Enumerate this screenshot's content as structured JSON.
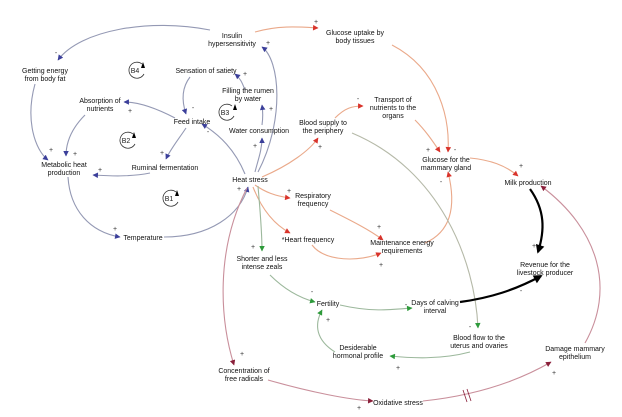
{
  "nodes": {
    "insulin": [
      "Insulin",
      "hypersensitivity"
    ],
    "glucose_uptake": [
      "Glucose uptake by",
      "body tissues"
    ],
    "body_fat": [
      "Getting energy",
      "from body fat"
    ],
    "satiety": [
      "Sensation of satiety"
    ],
    "rumen_water": [
      "Filling the rumen",
      "by water"
    ],
    "absorption": [
      "Absorption of",
      "nutrients"
    ],
    "feed_intake": [
      "Feed intake"
    ],
    "water": [
      "Water consumption"
    ],
    "blood_supply": [
      "Blood supply to",
      "the periphery"
    ],
    "transport": [
      "Transport of",
      "nutrients to the",
      "organs"
    ],
    "metabolic": [
      "Metabolic heat",
      "production"
    ],
    "ruminal": [
      "Ruminal fermentation"
    ],
    "glucose_mammary": [
      "Glucose for the",
      "mammary gland"
    ],
    "milk": [
      "Milk production"
    ],
    "heat_stress": [
      "Heat stress"
    ],
    "respiratory": [
      "Respiratory",
      "frequency"
    ],
    "heart": [
      "*Heart frequency"
    ],
    "maintenance": [
      "Maintenance energy",
      "requirements"
    ],
    "zeals": [
      "Shorter and less",
      "intense zeals"
    ],
    "temperature": [
      "Temperature"
    ],
    "revenue": [
      "Revenue for the",
      "livestock producer"
    ],
    "fertility": [
      "Fertility"
    ],
    "calving": [
      "Days of calving",
      "interval"
    ],
    "uterus": [
      "Blood flow to the",
      "uterus and ovaries"
    ],
    "hormonal": [
      "Desiderable",
      "hormonal profile"
    ],
    "damage": [
      "Damage mammary",
      "epithelium"
    ],
    "radicals": [
      "Concentration of",
      "free radicals"
    ],
    "oxidative": [
      "Oxidative stress"
    ]
  },
  "loops": {
    "b1": "B1",
    "b2": "B2",
    "b3": "B3",
    "b4": "B4"
  },
  "polarity": {
    "plus": "+",
    "minus": "-"
  },
  "colors": {
    "blue": "#3b3f9a",
    "red": "#d9332b",
    "green": "#2d9a3a",
    "maroon": "#8a1f3a",
    "black": "#000000"
  }
}
